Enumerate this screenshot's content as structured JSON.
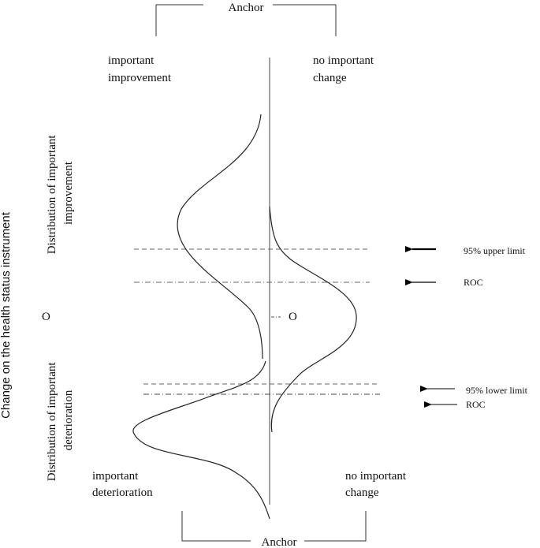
{
  "anchor_top": "Anchor",
  "anchor_bottom": "Anchor",
  "y_axis_label": "Change on the health status instrument",
  "quadrants": {
    "top_left": [
      "important",
      "improvement"
    ],
    "top_right": [
      "no important",
      "change"
    ],
    "bottom_left": [
      "important",
      "deterioration"
    ],
    "bottom_right": [
      "no important",
      "change"
    ]
  },
  "distribution_labels": {
    "improvement": [
      "Distribution of important",
      "improvement"
    ],
    "deterioration": [
      "Distribution of important",
      "deterioration"
    ]
  },
  "origin_left": "O",
  "origin_center": "O",
  "limits": {
    "upper": "95% upper limit",
    "roc_upper": "ROC",
    "lower": "95% lower limit",
    "roc_lower": "ROC"
  }
}
